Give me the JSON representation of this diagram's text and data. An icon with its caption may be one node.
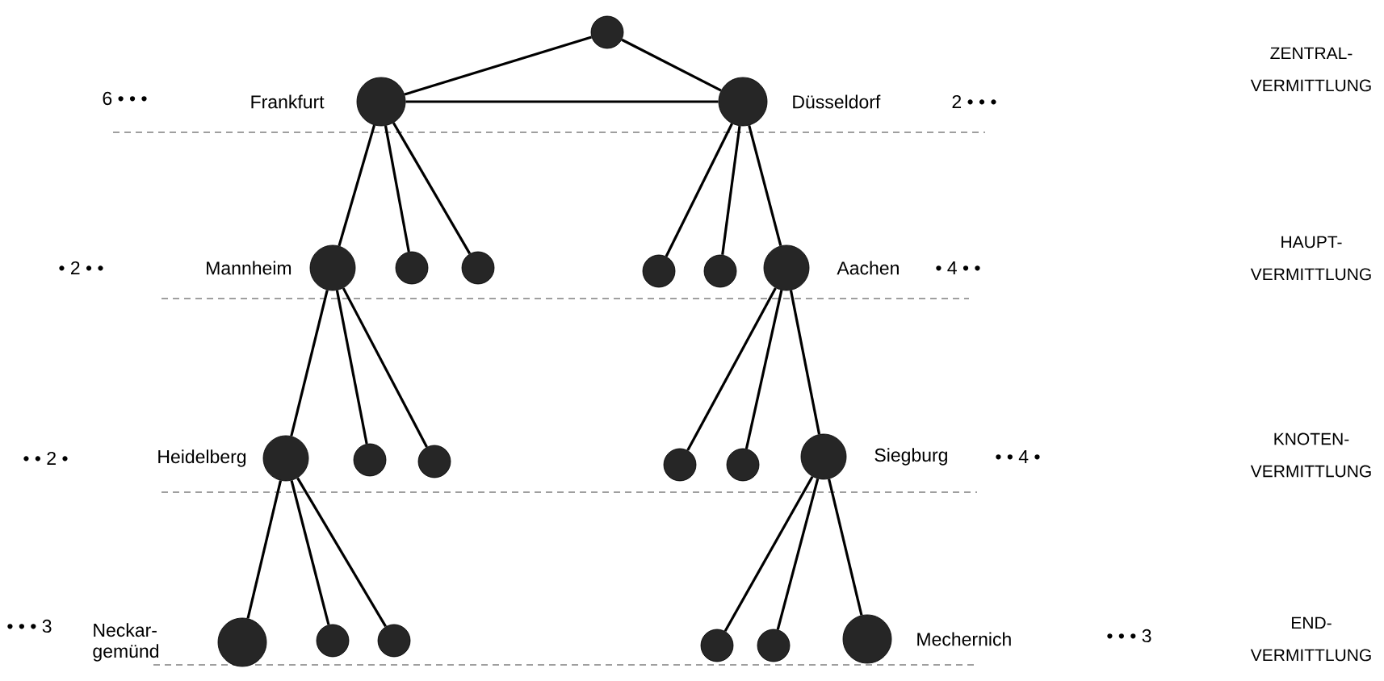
{
  "diagram": {
    "nodes": [
      {
        "text": [],
        "shape": "circle"
      },
      {
        "text": [],
        "shape": "circle",
        "beside": [
          "Frankfurt"
        ]
      },
      {
        "text": [],
        "shape": "circle",
        "beside": [
          "Düsseldorf"
        ]
      },
      {
        "text": [],
        "shape": "circle",
        "beside": [
          "Mannheim"
        ]
      },
      {
        "text": [],
        "shape": "circle"
      },
      {
        "text": [],
        "shape": "circle"
      },
      {
        "text": [],
        "shape": "circle"
      },
      {
        "text": [],
        "shape": "circle"
      },
      {
        "text": [],
        "shape": "circle",
        "beside": [
          "Aachen"
        ]
      },
      {
        "text": [],
        "shape": "circle",
        "beside": [
          "Heidelberg"
        ]
      },
      {
        "text": [],
        "shape": "circle"
      },
      {
        "text": [],
        "shape": "circle"
      },
      {
        "text": [],
        "shape": "circle"
      },
      {
        "text": [],
        "shape": "circle"
      },
      {
        "text": [],
        "shape": "circle",
        "beside": [
          "Siegburg"
        ]
      },
      {
        "text": [],
        "shape": "circle",
        "beside": [
          "Neckar- gemünd"
        ]
      },
      {
        "text": [],
        "shape": "circle"
      },
      {
        "text": [],
        "shape": "circle"
      },
      {
        "text": [],
        "shape": "circle"
      },
      {
        "text": [],
        "shape": "circle"
      },
      {
        "text": [],
        "shape": "circle",
        "beside": [
          "Mechernich"
        ]
      }
    ],
    "edges": [
      {
        "from": 0,
        "to": 1,
        "arrow": "none"
      },
      {
        "from": 0,
        "to": 2,
        "arrow": "none"
      },
      {
        "from": 1,
        "to": 2,
        "arrow": "none"
      },
      {
        "from": 1,
        "to": 3,
        "arrow": "none"
      },
      {
        "from": 1,
        "to": 4,
        "arrow": "none"
      },
      {
        "from": 1,
        "to": 5,
        "arrow": "none"
      },
      {
        "from": 2,
        "to": 6,
        "arrow": "none"
      },
      {
        "from": 2,
        "to": 7,
        "arrow": "none"
      },
      {
        "from": 2,
        "to": 8,
        "arrow": "none"
      },
      {
        "from": 3,
        "to": 9,
        "arrow": "none"
      },
      {
        "from": 3,
        "to": 10,
        "arrow": "none"
      },
      {
        "from": 3,
        "to": 11,
        "arrow": "none"
      },
      {
        "from": 8,
        "to": 12,
        "arrow": "none"
      },
      {
        "from": 8,
        "to": 13,
        "arrow": "none"
      },
      {
        "from": 8,
        "to": 14,
        "arrow": "none"
      },
      {
        "from": 9,
        "to": 15,
        "arrow": "none"
      },
      {
        "from": 9,
        "to": 16,
        "arrow": "none"
      },
      {
        "from": 9,
        "to": 17,
        "arrow": "none"
      },
      {
        "from": 14,
        "to": 18,
        "arrow": "none"
      },
      {
        "from": 14,
        "to": 19,
        "arrow": "none"
      },
      {
        "from": 14,
        "to": 20,
        "arrow": "none"
      }
    ],
    "labels": [
      "6 • • •",
      "2 • • •",
      "ZENTRAL- VERMITTLUNG",
      "• 2 • •",
      "• 4 • •",
      "HAUPT- VERMITTLUNG",
      "• • 2 •",
      "• • 4 •",
      "KNOTEN- VERMITTLUNG",
      "• • • 3",
      "• • • 3",
      "END- VERMITTLUNG"
    ]
  }
}
